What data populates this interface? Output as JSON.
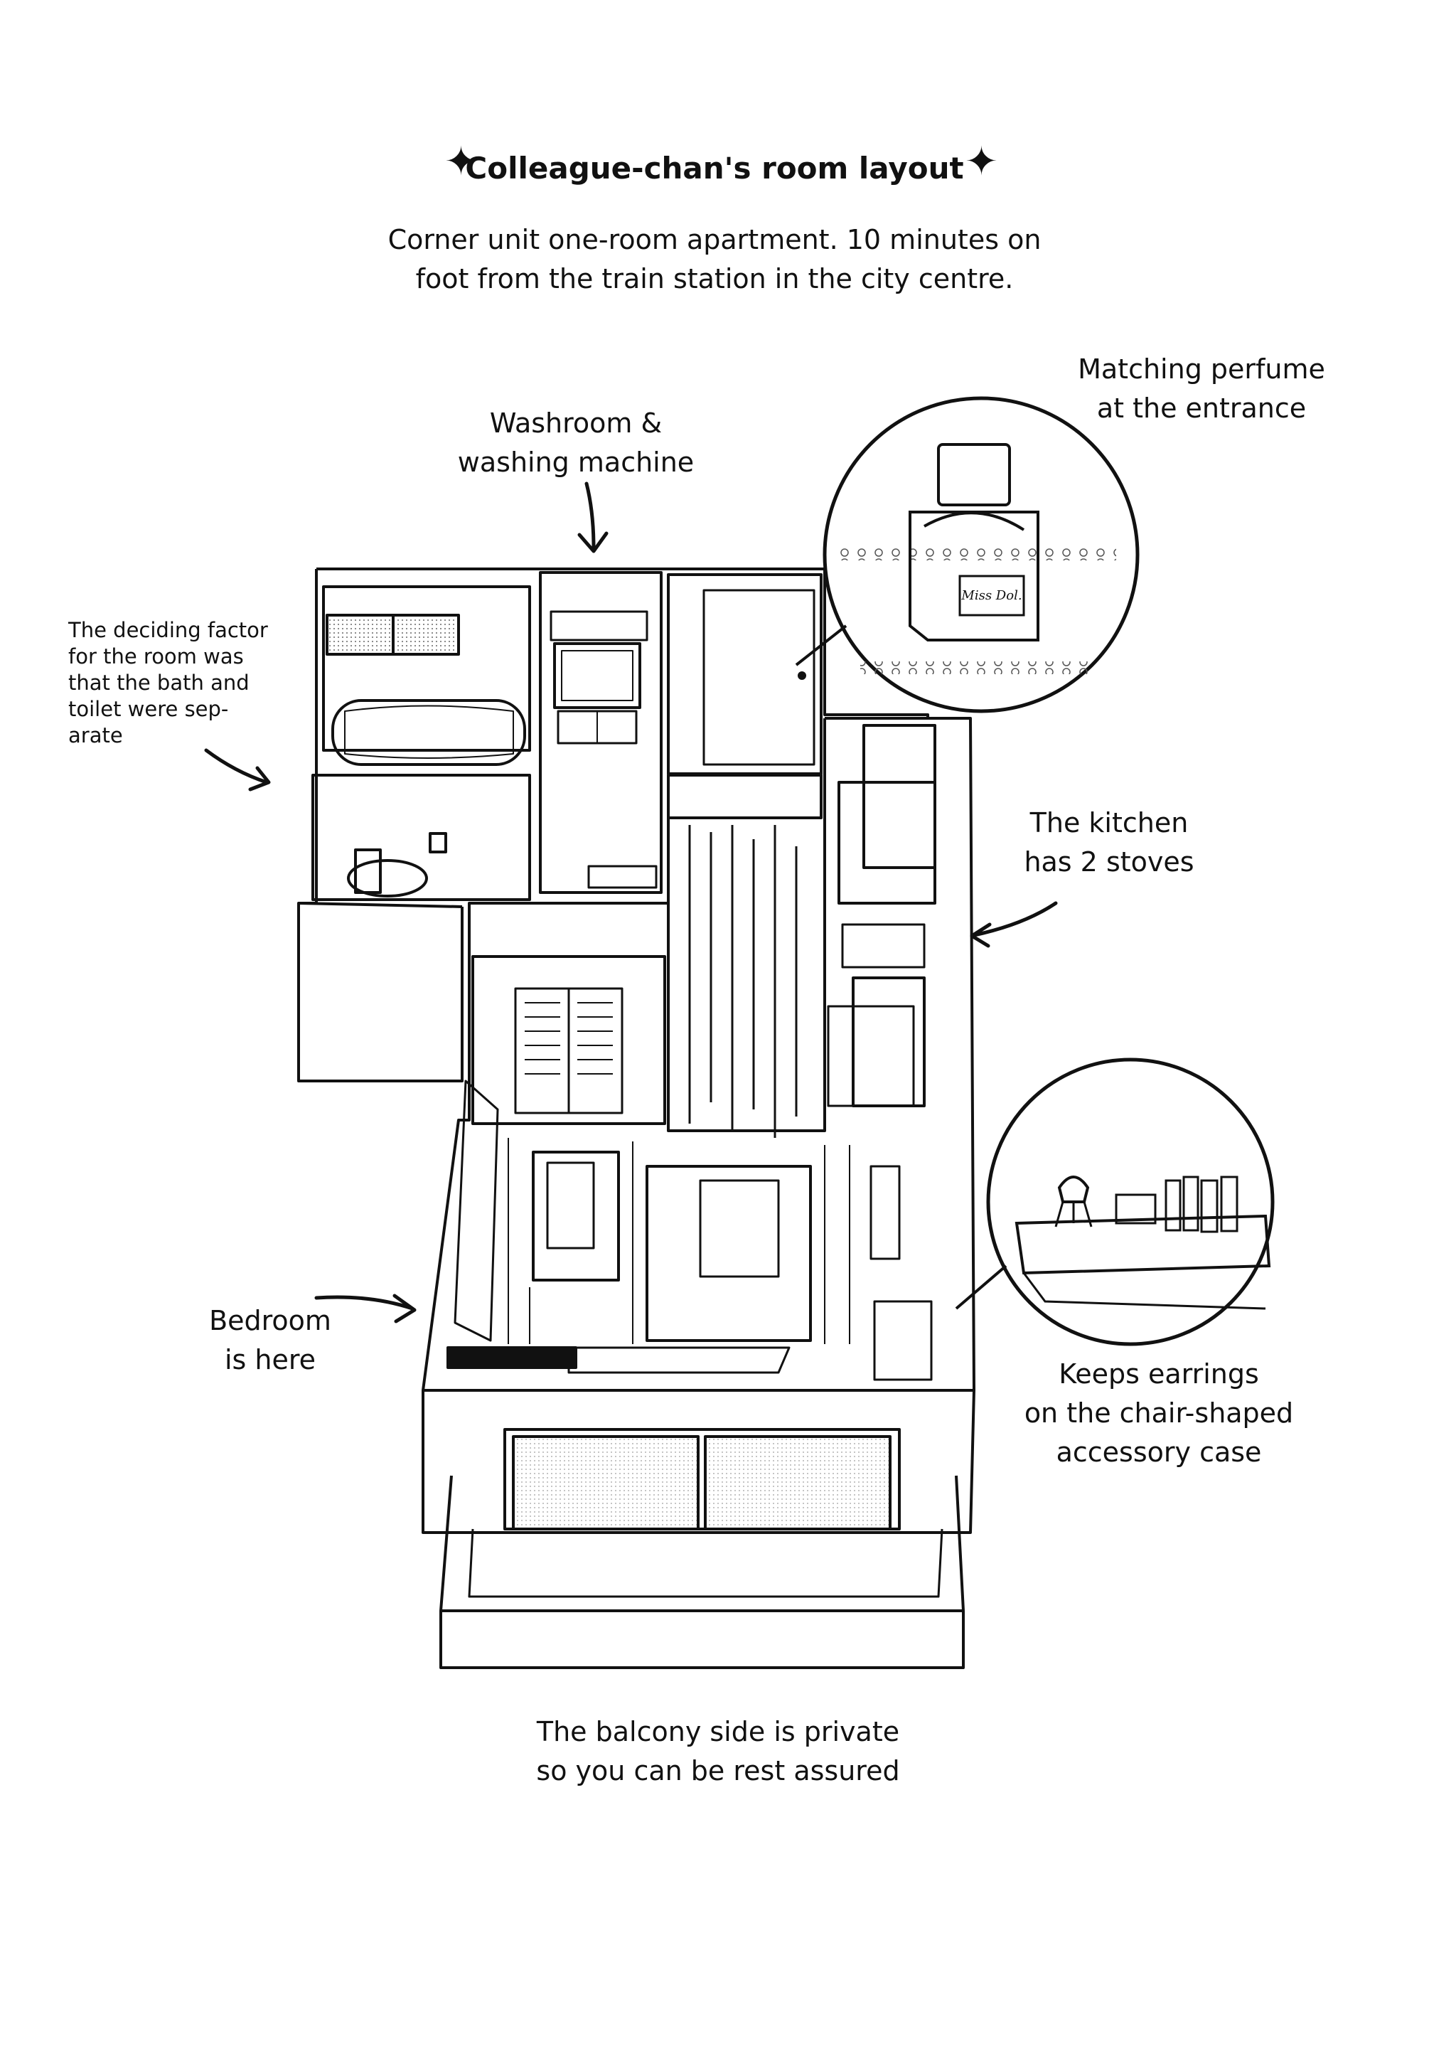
{
  "header": {
    "title": "Colleague-chan's room layout",
    "star_glyph": "✦",
    "subtitle_line1": "Corner unit one-room apartment. 10 minutes on",
    "subtitle_line2": "foot from the train station in the city centre."
  },
  "callouts": {
    "washroom": {
      "line1": "Washroom &",
      "line2": "washing machine"
    },
    "perfume": {
      "line1": "Matching perfume",
      "line2": "at the entrance",
      "bottle_label": "Miss Dol."
    },
    "bath": {
      "line1": "The deciding factor",
      "line2": "for the room was",
      "line3": "that the bath and",
      "line4": "toilet were sep-",
      "line5": "arate"
    },
    "kitchen": {
      "line1": "The kitchen",
      "line2": "has 2 stoves"
    },
    "bedroom": {
      "line1": "Bedroom",
      "line2": "is here"
    },
    "earrings": {
      "line1": "Keeps earrings",
      "line2": "on the chair-shaped",
      "line3": "accessory case"
    },
    "balcony": {
      "line1": "The balcony side is private",
      "line2": "so you can be rest assured"
    }
  },
  "icons": [
    "four-point-star-icon",
    "arrow-icon"
  ]
}
